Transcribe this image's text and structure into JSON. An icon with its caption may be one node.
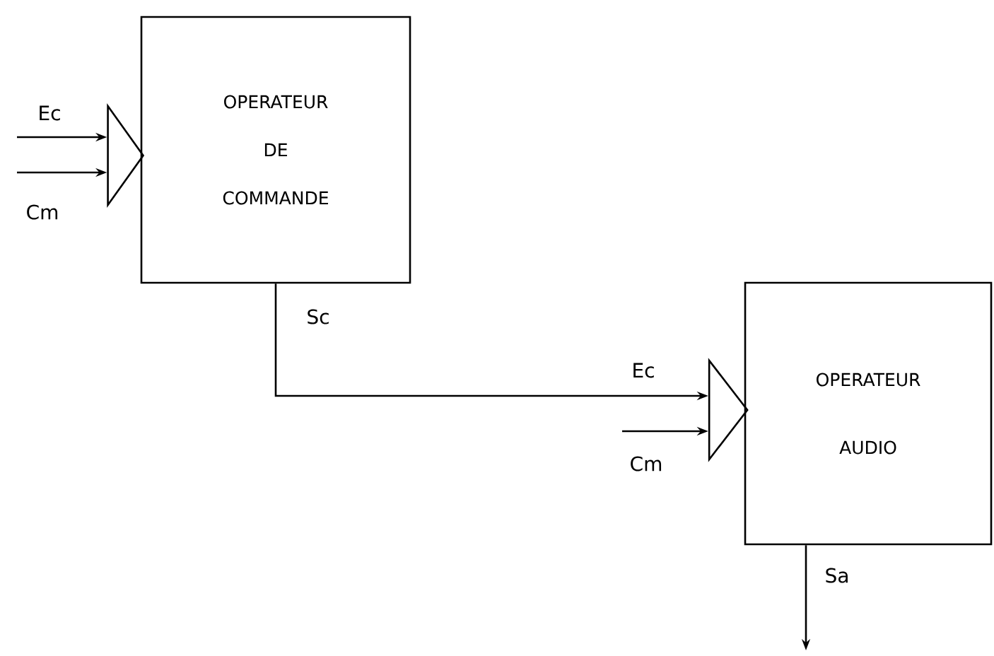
{
  "diagram": {
    "nodes": [
      {
        "text": [],
        "shape": "triangle"
      },
      {
        "text": [
          "OPERATEUR DE COMMANDE"
        ]
      },
      {
        "text": [],
        "shape": "triangle"
      },
      {
        "text": [
          "OPERATEUR AUDIO"
        ]
      }
    ],
    "edges": [
      {
        "from": null,
        "to": 0,
        "arrow": "to",
        "label": "Ec"
      },
      {
        "from": null,
        "to": 0,
        "arrow": "to",
        "label": "Cm"
      },
      {
        "from": 1,
        "to": 2,
        "arrow": "to",
        "label": "Sc"
      },
      {
        "from": null,
        "to": 2,
        "arrow": "to",
        "label": "Cm"
      },
      {
        "from": 3,
        "to": null,
        "arrow": "to",
        "label": "Sa"
      }
    ],
    "labels": [
      "Ec"
    ]
  }
}
